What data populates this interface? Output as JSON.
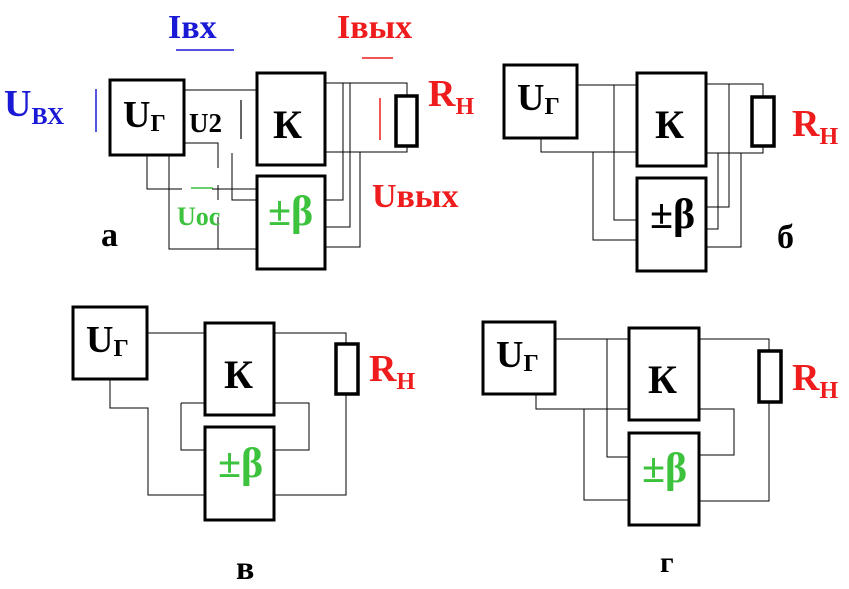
{
  "labels": {
    "generator": "U",
    "generator_sub": "Г",
    "amplifier": "К",
    "feedback": "±β",
    "load": "R",
    "load_sub": "Н",
    "u_in": "U",
    "u_in_sub": "ВХ",
    "i_in": "Iвх",
    "i_out": "Iвых",
    "u_out": "Uвых",
    "u2": "U2",
    "u_fb": "Uос"
  },
  "panels": {
    "a": "а",
    "b": "б",
    "v": "в",
    "g": "г"
  },
  "colors": {
    "input": "#1a1ad6",
    "output": "#ee1c1c",
    "feedback": "#3cc23c",
    "line": "#000000"
  }
}
